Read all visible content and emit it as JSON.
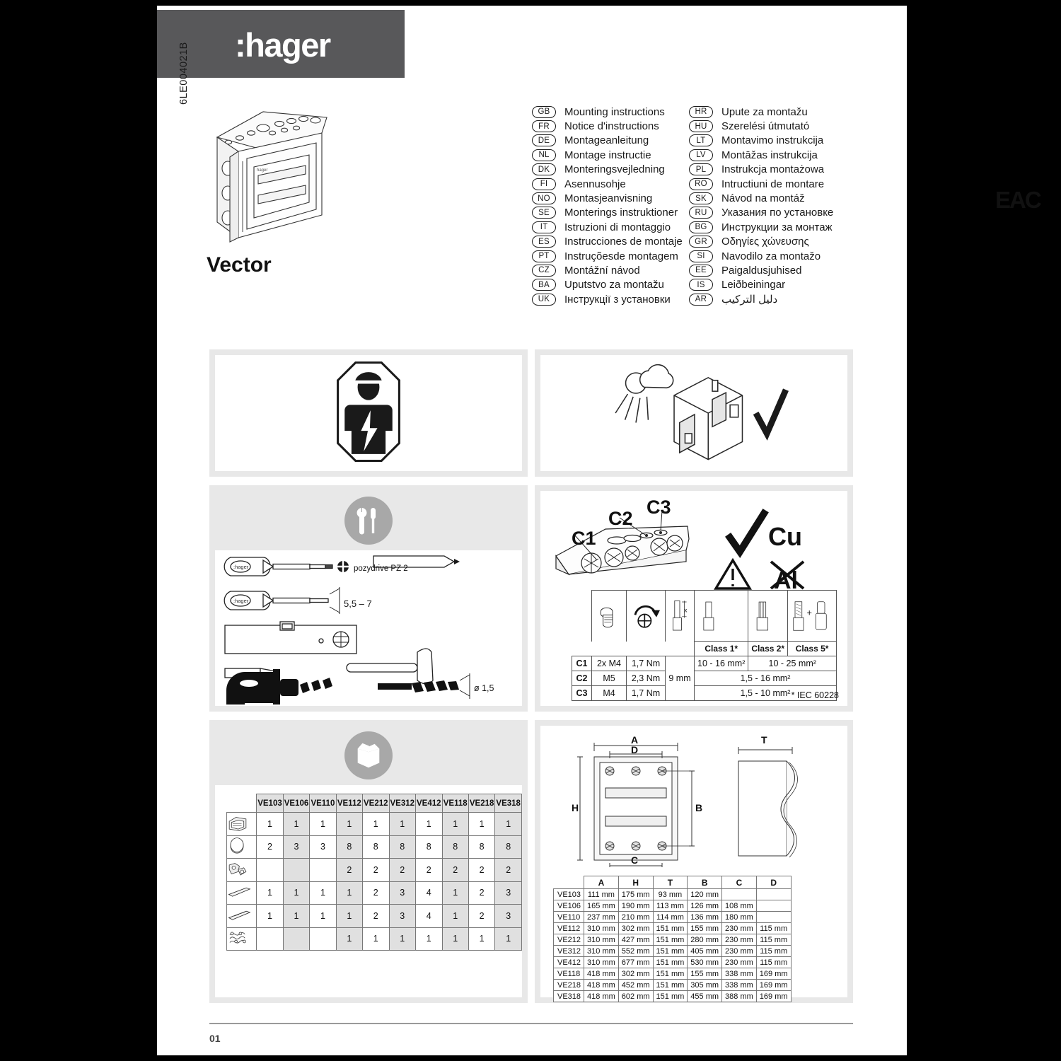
{
  "brand": {
    "logo_text": ":hager"
  },
  "header": {
    "doc_code": "6LE004021B",
    "product_name": "Vector"
  },
  "languages_left": [
    {
      "code": "GB",
      "text": "Mounting instructions"
    },
    {
      "code": "FR",
      "text": "Notice d'instructions"
    },
    {
      "code": "DE",
      "text": "Montageanleitung"
    },
    {
      "code": "NL",
      "text": "Montage instructie"
    },
    {
      "code": "DK",
      "text": "Monteringsvejledning"
    },
    {
      "code": "FI",
      "text": "Asennusohje"
    },
    {
      "code": "NO",
      "text": "Montasjeanvisning"
    },
    {
      "code": "SE",
      "text": "Monterings instruktioner"
    },
    {
      "code": "IT",
      "text": "Istruzioni di montaggio"
    },
    {
      "code": "ES",
      "text": "Instrucciones de montaje"
    },
    {
      "code": "PT",
      "text": "Instruçõesde montagem"
    },
    {
      "code": "CZ",
      "text": "Montážní návod"
    },
    {
      "code": "BA",
      "text": "Uputstvo za montažu"
    },
    {
      "code": "UK",
      "text": "Інструкції з установки"
    }
  ],
  "languages_right": [
    {
      "code": "HR",
      "text": "Upute za montažu"
    },
    {
      "code": "HU",
      "text": "Szerelési útmutató"
    },
    {
      "code": "LT",
      "text": "Montavimo instrukcija"
    },
    {
      "code": "LV",
      "text": "Montāžas instrukcija"
    },
    {
      "code": "PL",
      "text": "Instrukcja montażowa"
    },
    {
      "code": "RO",
      "text": "Intructiuni de montare"
    },
    {
      "code": "SK",
      "text": "Návod na montáž"
    },
    {
      "code": "RU",
      "text": "Указания по установке"
    },
    {
      "code": "BG",
      "text": "Инструкции за монтаж"
    },
    {
      "code": "GR",
      "text": "Οδηγίες χώνευσης"
    },
    {
      "code": "SI",
      "text": "Navodilo za montažo"
    },
    {
      "code": "EE",
      "text": "Paigaldusjuhised"
    },
    {
      "code": "IS",
      "text": "Leiðbeiningar"
    },
    {
      "code": "AR",
      "text": "دليل التركيب"
    }
  ],
  "marks": {
    "eac": "EAC"
  },
  "tools_panel": {
    "icon": "tools-icon",
    "pozidriv_label": "pozydrive PZ 2",
    "flat_label": "5,5 – 7",
    "drill_label": "ø 1,5"
  },
  "terminal_panel": {
    "callouts": [
      "C1",
      "C2",
      "C3"
    ],
    "material_ok": "Cu",
    "material_not": "Al",
    "headers": [
      "Class 1*",
      "Class 2*",
      "Class 5*"
    ],
    "strip_length": "9 mm",
    "rows": [
      {
        "id": "C1",
        "screw": "2x M4",
        "torque": "1,7 Nm",
        "class1": "10 - 16 mm²",
        "class25": "10 - 25 mm²"
      },
      {
        "id": "C2",
        "screw": "M5",
        "torque": "2,3 Nm",
        "all": "1,5 - 16 mm²"
      },
      {
        "id": "C3",
        "screw": "M4",
        "torque": "1,7 Nm",
        "all": "1,5 - 10 mm²"
      }
    ],
    "note": "* IEC 60228"
  },
  "pack_panel": {
    "icon": "box-icon",
    "models": [
      "VE103",
      "VE106",
      "VE110",
      "VE112",
      "VE212",
      "VE312",
      "VE412",
      "VE118",
      "VE218",
      "VE318"
    ],
    "parts": [
      {
        "icon": "enclosure-icon",
        "counts": [
          "1",
          "1",
          "1",
          "1",
          "1",
          "1",
          "1",
          "1",
          "1",
          "1"
        ]
      },
      {
        "icon": "knockout-plug-icon",
        "counts": [
          "2",
          "3",
          "3",
          "8",
          "8",
          "8",
          "8",
          "8",
          "8",
          "8"
        ]
      },
      {
        "icon": "bracket-icon",
        "counts": [
          "",
          "",
          "",
          "2",
          "2",
          "2",
          "2",
          "2",
          "2",
          "2"
        ]
      },
      {
        "icon": "din-rail-icon",
        "counts": [
          "1",
          "1",
          "1",
          "1",
          "2",
          "3",
          "4",
          "1",
          "2",
          "3"
        ]
      },
      {
        "icon": "cover-strip-icon",
        "counts": [
          "1",
          "1",
          "1",
          "1",
          "2",
          "3",
          "4",
          "1",
          "2",
          "3"
        ]
      },
      {
        "icon": "terminal-clip-icon",
        "counts": [
          "",
          "",
          "",
          "1",
          "1",
          "1",
          "1",
          "1",
          "1",
          "1"
        ]
      }
    ]
  },
  "dims_panel": {
    "drawing_labels": [
      "A",
      "D",
      "H",
      "B",
      "C",
      "T"
    ],
    "headers": [
      "A",
      "H",
      "T",
      "B",
      "C",
      "D"
    ],
    "rows": [
      {
        "model": "VE103",
        "A": "111 mm",
        "H": "175 mm",
        "T": "93 mm",
        "B": "120 mm",
        "C": "",
        "D": ""
      },
      {
        "model": "VE106",
        "A": "165 mm",
        "H": "190 mm",
        "T": "113 mm",
        "B": "126 mm",
        "C": "108 mm",
        "D": ""
      },
      {
        "model": "VE110",
        "A": "237 mm",
        "H": "210 mm",
        "T": "114 mm",
        "B": "136 mm",
        "C": "180 mm",
        "D": ""
      },
      {
        "model": "VE112",
        "A": "310 mm",
        "H": "302 mm",
        "T": "151 mm",
        "B": "155 mm",
        "C": "230 mm",
        "D": "115 mm"
      },
      {
        "model": "VE212",
        "A": "310 mm",
        "H": "427 mm",
        "T": "151 mm",
        "B": "280 mm",
        "C": "230 mm",
        "D": "115 mm"
      },
      {
        "model": "VE312",
        "A": "310 mm",
        "H": "552 mm",
        "T": "151 mm",
        "B": "405 mm",
        "C": "230 mm",
        "D": "115 mm"
      },
      {
        "model": "VE412",
        "A": "310 mm",
        "H": "677 mm",
        "T": "151 mm",
        "B": "530 mm",
        "C": "230 mm",
        "D": "115 mm"
      },
      {
        "model": "VE118",
        "A": "418 mm",
        "H": "302 mm",
        "T": "151 mm",
        "B": "155 mm",
        "C": "338 mm",
        "D": "169 mm"
      },
      {
        "model": "VE218",
        "A": "418 mm",
        "H": "452 mm",
        "T": "151 mm",
        "B": "305 mm",
        "C": "338 mm",
        "D": "169 mm"
      },
      {
        "model": "VE318",
        "A": "418 mm",
        "H": "602 mm",
        "T": "151 mm",
        "B": "455 mm",
        "C": "388 mm",
        "D": "169 mm"
      }
    ]
  },
  "footer": {
    "page": "01"
  }
}
